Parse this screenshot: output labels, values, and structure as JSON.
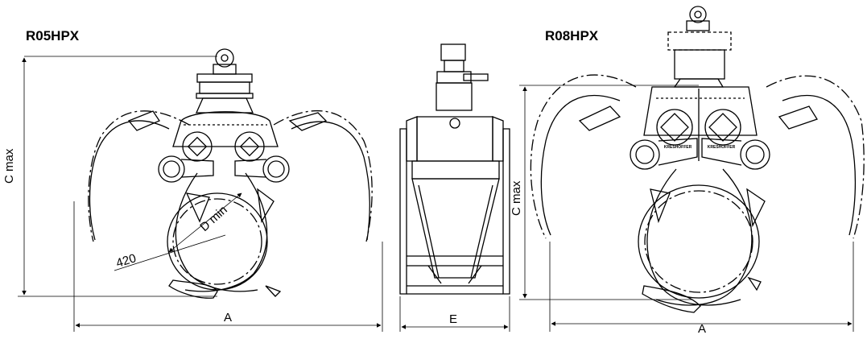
{
  "models": {
    "left": {
      "name": "R05HPX"
    },
    "right": {
      "name": "R08HPX"
    }
  },
  "dimensions": {
    "left_height_label": "C max",
    "left_width_label": "A",
    "left_radius_value": "420",
    "left_diameter_label": "D min",
    "side_width_label": "E",
    "right_height_label": "C max",
    "right_width_label": "A"
  },
  "plate_text": "KRESHOFFER",
  "colors": {
    "line": "#000000",
    "background": "#ffffff"
  }
}
